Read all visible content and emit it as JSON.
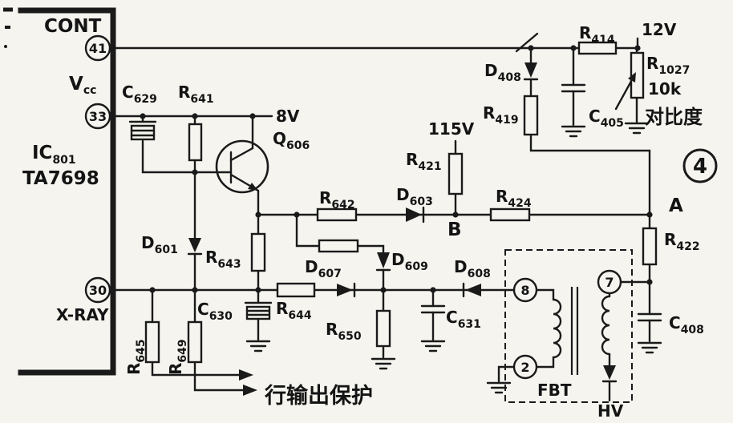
{
  "colors": {
    "ink": "#1a1a1a",
    "paper": "#f5f4ef"
  },
  "labels": {
    "cont": {
      "text": "CONT"
    },
    "pin41": {
      "text": "41"
    },
    "vcc": {
      "pre": "V",
      "sub": "cc"
    },
    "pin33": {
      "text": "33"
    },
    "ic_ref": {
      "pre": "IC",
      "sub": "801"
    },
    "ic_part": {
      "text": "TA7698"
    },
    "pin30": {
      "text": "30"
    },
    "xray": {
      "text": "X-RAY"
    },
    "c629": {
      "pre": "C",
      "sub": "629"
    },
    "r641": {
      "pre": "R",
      "sub": "641"
    },
    "v8": {
      "text": "8V"
    },
    "q606": {
      "pre": "Q",
      "sub": "606"
    },
    "r642": {
      "pre": "R",
      "sub": "642"
    },
    "d603": {
      "pre": "D",
      "sub": "603"
    },
    "node_b": {
      "text": "B"
    },
    "v115": {
      "text": "115V"
    },
    "r421": {
      "pre": "R",
      "sub": "421"
    },
    "r424": {
      "pre": "R",
      "sub": "424"
    },
    "node_a": {
      "text": "A"
    },
    "d408": {
      "pre": "D",
      "sub": "408"
    },
    "r419": {
      "pre": "R",
      "sub": "419"
    },
    "r414": {
      "pre": "R",
      "sub": "414"
    },
    "v12": {
      "text": "12V"
    },
    "r1027": {
      "pre": "R",
      "sub": "1027"
    },
    "r1027_value": {
      "text": "10k"
    },
    "c405": {
      "pre": "C",
      "sub": "405"
    },
    "contrast": {
      "text": "对比度"
    },
    "page": {
      "text": "4"
    },
    "r422": {
      "pre": "R",
      "sub": "422"
    },
    "c408": {
      "pre": "C",
      "sub": "408"
    },
    "d601": {
      "pre": "D",
      "sub": "601"
    },
    "r643": {
      "pre": "R",
      "sub": "643"
    },
    "d607": {
      "pre": "D",
      "sub": "607"
    },
    "d609": {
      "pre": "D",
      "sub": "609"
    },
    "d608": {
      "pre": "D",
      "sub": "608"
    },
    "c630": {
      "pre": "C",
      "sub": "630"
    },
    "r644": {
      "pre": "R",
      "sub": "644"
    },
    "r650": {
      "pre": "R",
      "sub": "650"
    },
    "c631": {
      "pre": "C",
      "sub": "631"
    },
    "r645": {
      "pre": "R",
      "sub": "645"
    },
    "r649": {
      "pre": "R",
      "sub": "649"
    },
    "fbt_pin8": {
      "text": "8"
    },
    "fbt_pin7": {
      "text": "7"
    },
    "fbt_pin2": {
      "text": "2"
    },
    "fbt": {
      "text": "FBT"
    },
    "hv": {
      "text": "HV"
    },
    "protect": {
      "text": "行输出保护"
    }
  }
}
